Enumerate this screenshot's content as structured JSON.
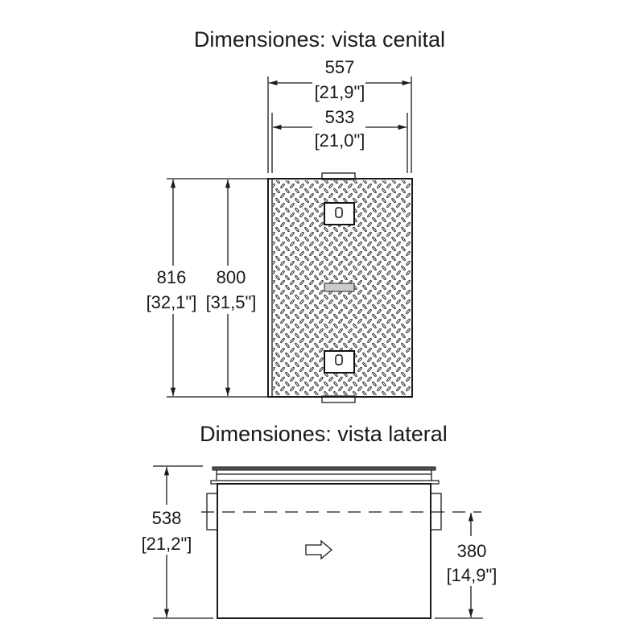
{
  "top_view": {
    "title": "Dimensiones: vista cenital",
    "width_outer": {
      "mm": "557",
      "in": "[21,9\"]"
    },
    "width_inner": {
      "mm": "533",
      "in": "[21,0\"]"
    },
    "length_outer": {
      "mm": "816",
      "in": "[32,1\"]"
    },
    "length_inner": {
      "mm": "800",
      "in": "[31,5\"]"
    }
  },
  "side_view": {
    "title": "Dimensiones: vista lateral",
    "height": {
      "mm": "538",
      "in": "[21,2\"]"
    },
    "inlet_height": {
      "mm": "380",
      "in": "[14,9\"]"
    }
  }
}
